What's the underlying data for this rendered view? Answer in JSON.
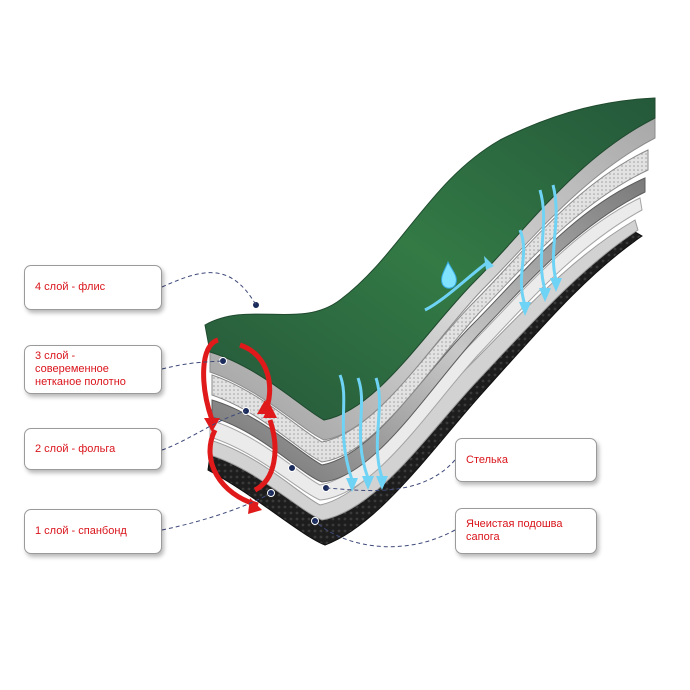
{
  "labels": {
    "layer4": "4 слой - флис",
    "layer3": "3 слой - совеременное\nнетканое полотно",
    "layer2": "2 слой - фольга",
    "layer1": "1 слой - спанбонд",
    "insole": "Стелька",
    "sole": "Ячеистая подошва\nсапога"
  },
  "colors": {
    "label_text": "#d9141b",
    "fleece": "#2f6b3c",
    "nonwoven": "#c9c9c9",
    "foil": "#8f8f8f",
    "spunbond": "#e6e6e6",
    "insole": "#d4d4d4",
    "sole": "#1c1c1c",
    "arrows": "#6fd3f5",
    "heat_arrows": "#e01a1a"
  }
}
